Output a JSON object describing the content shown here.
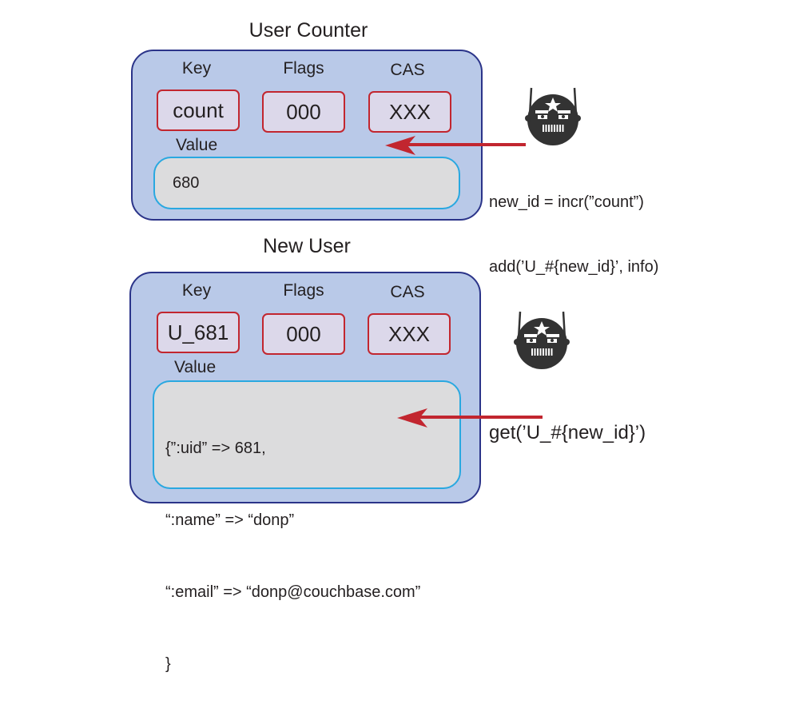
{
  "panels": [
    {
      "title": "User Counter",
      "fields": [
        {
          "label": "Key",
          "value": "count"
        },
        {
          "label": "Flags",
          "value": "000"
        },
        {
          "label": "CAS",
          "value": "XXX"
        }
      ],
      "value_label": "Value",
      "value_lines": [
        "680"
      ]
    },
    {
      "title": "New User",
      "fields": [
        {
          "label": "Key",
          "value": "U_681"
        },
        {
          "label": "Flags",
          "value": "000"
        },
        {
          "label": "CAS",
          "value": "XXX"
        }
      ],
      "value_label": "Value",
      "value_lines": [
        "{”:uid” => 681,",
        "“:name” => “donp”",
        "“:email” => “donp@couchbase.com”",
        "}"
      ]
    }
  ],
  "clients": [
    {
      "icon": "robot-icon",
      "code_lines": [
        "new_id = incr(”count”)",
        "add(’U_#{new_id}’, info)"
      ]
    },
    {
      "icon": "robot-icon",
      "code_lines": [
        "get(’U_#{new_id}’)"
      ]
    }
  ],
  "colors": {
    "panel_fill": "#b9c9e8",
    "panel_border": "#2b3489",
    "field_border": "#c2262f",
    "value_border": "#29a8e0",
    "arrow": "#c2262f",
    "robot": "#333333"
  }
}
